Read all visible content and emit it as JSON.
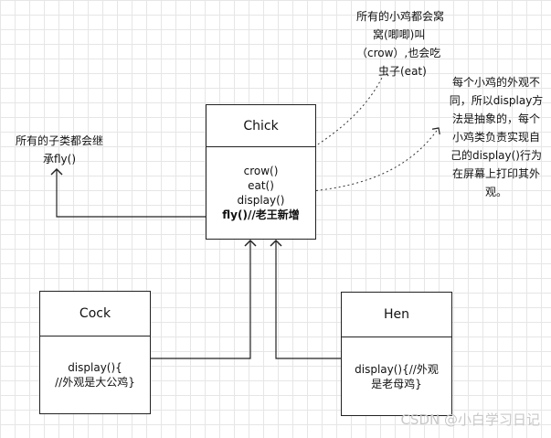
{
  "chick": {
    "title": "Chick",
    "methods": [
      "crow()",
      "eat()",
      "display()"
    ],
    "new_method": "fly()//老王新增"
  },
  "cock": {
    "title": "Cock",
    "body_lines": [
      "display(){",
      "//外观是大公鸡}"
    ]
  },
  "hen": {
    "title": "Hen",
    "body_lines": [
      "display(){//外观",
      "是老母鸡}"
    ]
  },
  "notes": {
    "top": [
      "所有的小鸡都会窝",
      "窝(唧唧)叫",
      "（crow）,也会吃",
      "虫子(eat)"
    ],
    "right": [
      "每个小鸡的外观不",
      "同，所以display方",
      "法是抽象的，每个",
      "小鸡类负责实现自",
      "己的display()行为",
      "在屏幕上打印其外",
      "观。"
    ],
    "left": [
      "所有的子类都会继",
      "承fly()"
    ]
  },
  "watermark": "CSDN @小白学习日记"
}
